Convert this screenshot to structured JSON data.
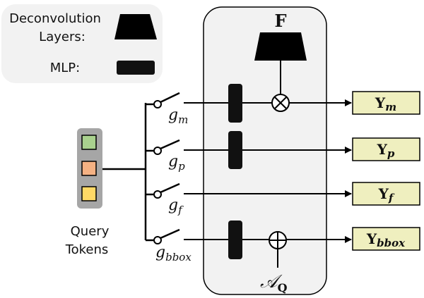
{
  "legend": {
    "deconv_label_line1": "Deconvolution",
    "deconv_label_line2": "Layers:",
    "mlp_label": "MLP:"
  },
  "module": {
    "feature_label": "F",
    "attn_label": "𝒜",
    "attn_sub": "Q"
  },
  "query_tokens": {
    "label_line1": "Query",
    "label_line2": "Tokens",
    "colors": [
      "#a9d18e",
      "#f4b183",
      "#ffd966"
    ]
  },
  "gates": [
    {
      "base": "g",
      "sub": "m"
    },
    {
      "base": "g",
      "sub": "p"
    },
    {
      "base": "g",
      "sub": "f"
    },
    {
      "base": "g",
      "sub": "bbox"
    }
  ],
  "outputs": [
    {
      "base": "Y",
      "sub": "m"
    },
    {
      "base": "Y",
      "sub": "p"
    },
    {
      "base": "Y",
      "sub": "f"
    },
    {
      "base": "Y",
      "sub": "bbox"
    }
  ],
  "colors": {
    "panel_bg": "#f2f2f2",
    "token_panel_bg": "#a6a6a6",
    "output_fill": "#efefbf",
    "stroke": "#000000"
  }
}
